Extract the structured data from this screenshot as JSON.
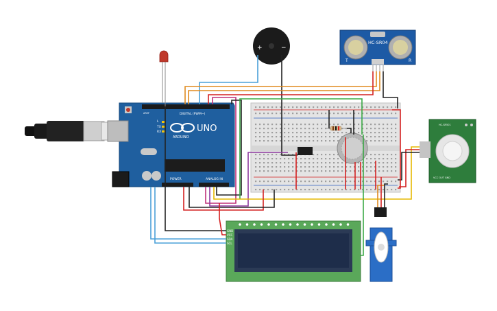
{
  "arduino": {
    "model": "UNO",
    "brand": "ARDUINO",
    "digital_header": "DIGITAL (PWM~)",
    "power_header": "POWER",
    "analog_header": "ANALOG IN",
    "tx_label": "TX",
    "rx_label": "RX",
    "l_label": "L",
    "aref_label": "AREF"
  },
  "buzzer": {
    "plus": "+",
    "minus": "−"
  },
  "ultrasonic": {
    "model": "HC-SR04",
    "left_mark": "T",
    "right_mark": "R"
  },
  "pir": {
    "top_label": "HC-SR501",
    "bottom_label": "VCC OUT GND"
  },
  "lcd": {
    "pins": [
      "GND",
      "VCC",
      "SDA",
      "SCL"
    ]
  },
  "colors": {
    "board": "#1f5f9f",
    "breadboard": "#e4e4e4",
    "lcd_pcb": "#5aa85a",
    "lcd_screen": "#1e2d4a",
    "pir_pcb": "#2e7d3c",
    "hcsr04_pcb": "#1d5aa5",
    "servo": "#2b6ec6",
    "wire_red": "#d42020",
    "wire_black": "#222222",
    "wire_orange": "#e08a1e",
    "wire_yellow": "#e6b800",
    "wire_green": "#3aa845",
    "wire_blue": "#4aa0d8",
    "wire_purple": "#8e3aa0",
    "wire_magenta": "#c0307a"
  }
}
